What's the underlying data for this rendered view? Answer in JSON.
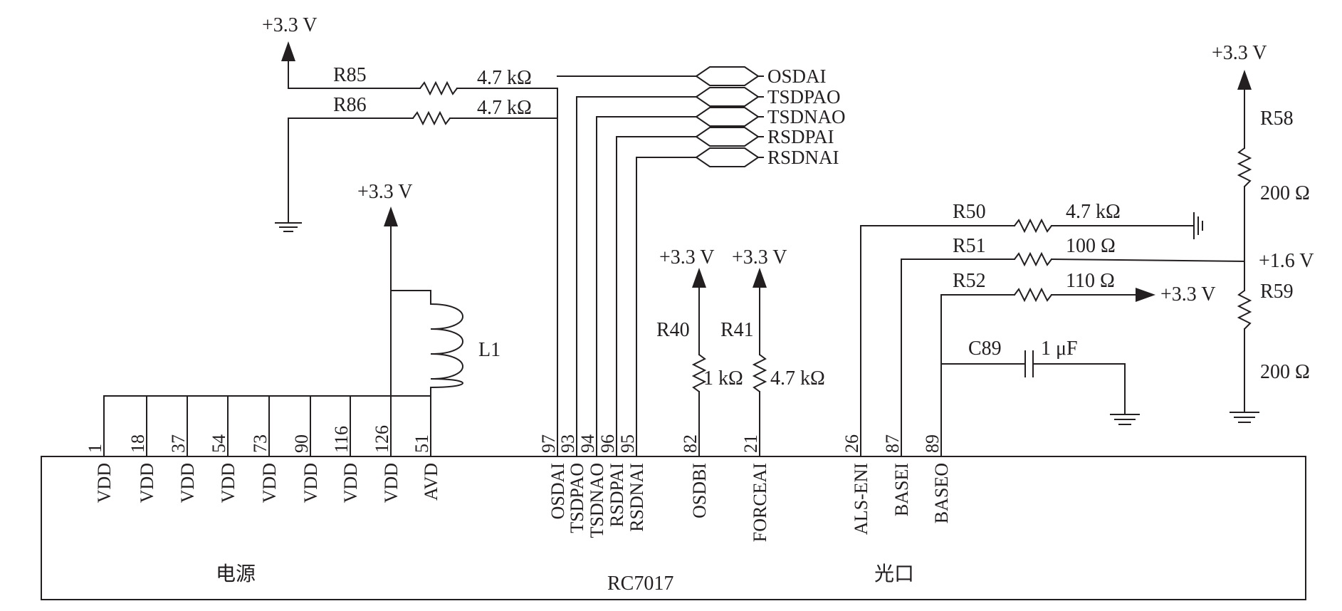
{
  "chip": {
    "name": "RC7017",
    "power_section": "电源",
    "optical_section": "光口",
    "power_pins": [
      {
        "num": "1",
        "name": "VDD"
      },
      {
        "num": "18",
        "name": "VDD"
      },
      {
        "num": "37",
        "name": "VDD"
      },
      {
        "num": "54",
        "name": "VDD"
      },
      {
        "num": "73",
        "name": "VDD"
      },
      {
        "num": "90",
        "name": "VDD"
      },
      {
        "num": "116",
        "name": "VDD"
      },
      {
        "num": "126",
        "name": "VDD"
      },
      {
        "num": "51",
        "name": "AVD"
      }
    ],
    "signal_pins": [
      {
        "num": "97",
        "name": "OSDAI"
      },
      {
        "num": "93",
        "name": "TSDPAO"
      },
      {
        "num": "94",
        "name": "TSDNAO"
      },
      {
        "num": "96",
        "name": "RSDPAI"
      },
      {
        "num": "95",
        "name": "RSDNAI"
      }
    ],
    "mid_pins": [
      {
        "num": "82",
        "name": "OSDBI"
      },
      {
        "num": "21",
        "name": "FORCEAI"
      }
    ],
    "optical_pins": [
      {
        "num": "26",
        "name": "ALS-ENI"
      },
      {
        "num": "87",
        "name": "BASEI"
      },
      {
        "num": "89",
        "name": "BASEO"
      }
    ]
  },
  "connectors": [
    "OSDAI",
    "TSDPAO",
    "TSDNAO",
    "RSDPAI",
    "RSDNAI"
  ],
  "supply_label": "+3.3 V",
  "mid_voltage_label": "+1.6 V",
  "components": {
    "r85": {
      "ref": "R85",
      "value": "4.7 kΩ"
    },
    "r86": {
      "ref": "R86",
      "value": "4.7 kΩ"
    },
    "l1": {
      "ref": "L1"
    },
    "r40": {
      "ref": "R40",
      "value": "1 kΩ"
    },
    "r41": {
      "ref": "R41",
      "value": "4.7 kΩ"
    },
    "r50": {
      "ref": "R50",
      "value": "4.7 kΩ"
    },
    "r51": {
      "ref": "R51",
      "value": "100  Ω"
    },
    "r52": {
      "ref": "R52",
      "value": "110  Ω"
    },
    "c89": {
      "ref": "C89",
      "value": "1 μF"
    },
    "r58": {
      "ref": "R58",
      "value": "200  Ω"
    },
    "r59": {
      "ref": "R59",
      "value": "200  Ω"
    }
  }
}
